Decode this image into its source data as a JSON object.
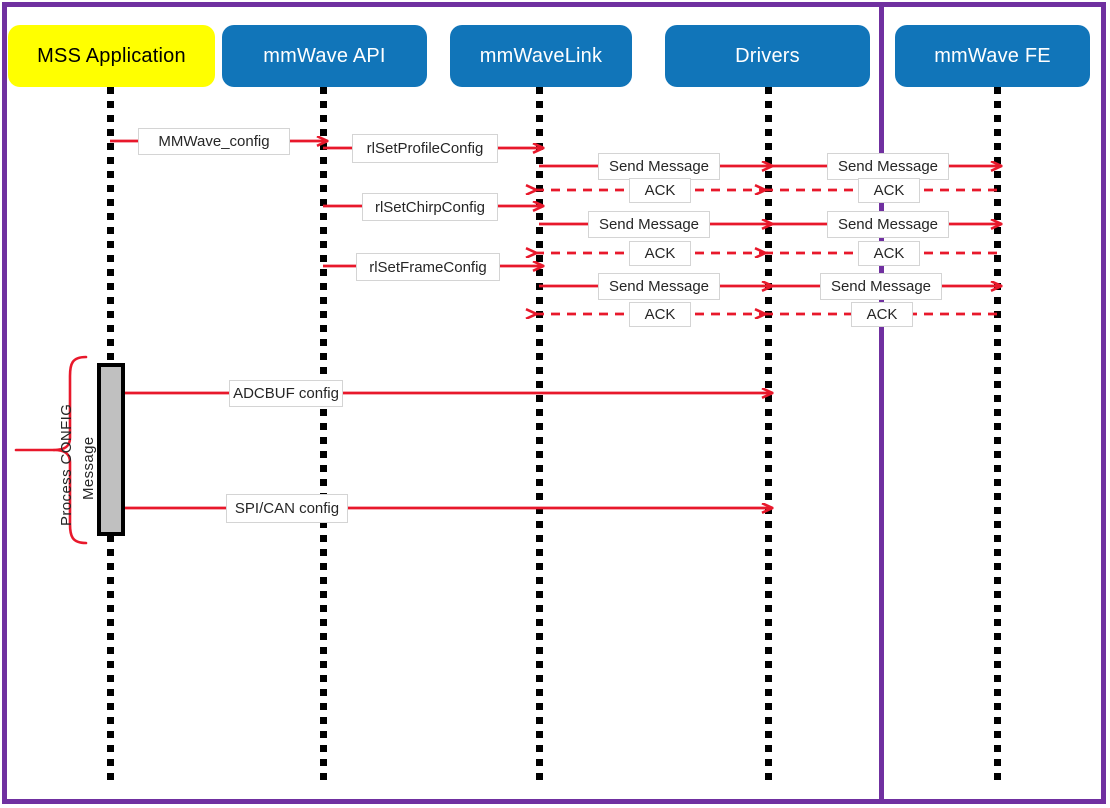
{
  "diagram": {
    "title": "mmWave sensor configuration sequence",
    "type": "sequence-diagram",
    "colors": {
      "frame_border": "#7030A0",
      "divider": "#7030A0",
      "lane_blue": "#1175B9",
      "lane_yellow": "#FFFF00",
      "arrow_red": "#E8182B",
      "lifeline_black": "#000000",
      "activation_fill": "#C0C0C0",
      "label_border": "#D4D4D4"
    },
    "lanes": [
      {
        "id": "mss",
        "label": "MSS Application",
        "style": "yellow"
      },
      {
        "id": "api",
        "label": "mmWave API",
        "style": "blue"
      },
      {
        "id": "link",
        "label": "mmWaveLink",
        "style": "blue"
      },
      {
        "id": "drivers",
        "label": "Drivers",
        "style": "blue"
      },
      {
        "id": "fe",
        "label": "mmWave  FE",
        "style": "blue"
      }
    ],
    "messages": [
      {
        "id": "m1",
        "label": "MMWave_config",
        "from": "mss",
        "to": "api",
        "kind": "solid"
      },
      {
        "id": "m2",
        "label": "rlSetProfileConfig",
        "from": "api",
        "to": "link",
        "kind": "solid"
      },
      {
        "id": "m3",
        "label": "Send Message",
        "from": "link",
        "to": "drivers",
        "kind": "solid"
      },
      {
        "id": "m4",
        "label": "Send Message",
        "from": "drivers",
        "to": "fe",
        "kind": "solid"
      },
      {
        "id": "m5",
        "label": "ACK",
        "from": "drivers",
        "to": "link",
        "kind": "dashed"
      },
      {
        "id": "m6",
        "label": "ACK",
        "from": "fe",
        "to": "drivers",
        "kind": "dashed"
      },
      {
        "id": "m7",
        "label": "rlSetChirpConfig",
        "from": "api",
        "to": "link",
        "kind": "solid"
      },
      {
        "id": "m8",
        "label": "Send Message",
        "from": "link",
        "to": "drivers",
        "kind": "solid"
      },
      {
        "id": "m9",
        "label": "Send Message",
        "from": "drivers",
        "to": "fe",
        "kind": "solid"
      },
      {
        "id": "m10",
        "label": "ACK",
        "from": "drivers",
        "to": "link",
        "kind": "dashed"
      },
      {
        "id": "m11",
        "label": "ACK",
        "from": "fe",
        "to": "drivers",
        "kind": "dashed"
      },
      {
        "id": "m12",
        "label": "rlSetFrameConfig",
        "from": "api",
        "to": "link",
        "kind": "solid"
      },
      {
        "id": "m13",
        "label": "Send Message",
        "from": "link",
        "to": "drivers",
        "kind": "solid"
      },
      {
        "id": "m14",
        "label": "Send Message",
        "from": "drivers",
        "to": "fe",
        "kind": "solid"
      },
      {
        "id": "m15",
        "label": "ACK",
        "from": "drivers",
        "to": "link",
        "kind": "dashed"
      },
      {
        "id": "m16",
        "label": "ACK",
        "from": "fe",
        "to": "drivers",
        "kind": "dashed"
      },
      {
        "id": "m17",
        "label": "ADCBUF config",
        "from": "mss",
        "to": "drivers",
        "kind": "solid"
      },
      {
        "id": "m18",
        "label": "SPI/CAN config",
        "from": "mss",
        "to": "drivers",
        "kind": "solid"
      }
    ],
    "annotation": {
      "id": "process-config",
      "line1": "Process  CONFIG",
      "line2": "Message",
      "shape": "curly-brace",
      "orientation": "vertical"
    }
  }
}
